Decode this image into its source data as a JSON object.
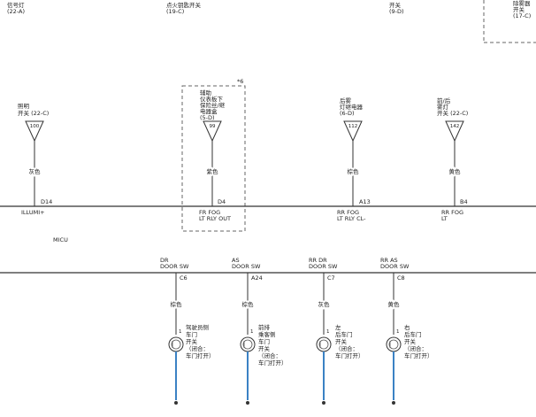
{
  "top_labels": [
    {
      "lines": [
        "信号灯",
        "(22-A)"
      ]
    },
    {
      "lines": [
        "点火钥匙开关",
        "(19-C)"
      ]
    },
    {
      "lines": [
        "开关",
        "(9-D)"
      ]
    },
    {
      "lines": [
        "除雾器",
        "开关",
        "(17-C)"
      ]
    }
  ],
  "dashed_box_note": "*6",
  "upper_connectors": [
    {
      "device_lines": [
        "照明",
        "开关 (22-C)"
      ],
      "pin": "100",
      "wire_color": "灰色",
      "terminal": "D14",
      "signal_lines": [
        "ILLUMI+"
      ]
    },
    {
      "device_lines": [
        "辅助",
        "仪表板下",
        "保险丝/继",
        "电器盒",
        "(5-D)"
      ],
      "pin": "99",
      "wire_color": "紫色",
      "terminal": "D4",
      "signal_lines": [
        "FR FOG",
        "LT RLY OUT"
      ]
    },
    {
      "device_lines": [
        "后雾",
        "灯继电器",
        "(6-D)"
      ],
      "pin": "112",
      "wire_color": "棕色",
      "terminal": "A13",
      "signal_lines": [
        "RR FOG",
        "LT RLY CL-"
      ]
    },
    {
      "device_lines": [
        "前/后",
        "雾灯",
        "开关 (22-C)"
      ],
      "pin": "142",
      "wire_color": "黄色",
      "terminal": "B4",
      "signal_lines": [
        "RR FOG",
        "LT"
      ]
    }
  ],
  "module_name": "MICU",
  "door_switches": [
    {
      "signal_lines": [
        "DR",
        "DOOR SW"
      ],
      "terminal": "C6",
      "wire_color": "棕色",
      "pin": "1",
      "label_lines": [
        "驾驶员侧",
        "车门",
        "开关",
        "（闭合：",
        "车门打开）"
      ]
    },
    {
      "signal_lines": [
        "AS",
        "DOOR SW"
      ],
      "terminal": "A24",
      "wire_color": "棕色",
      "pin": "1",
      "label_lines": [
        "前排",
        "乘客侧",
        "车门",
        "开关",
        "（闭合：",
        "车门打开）"
      ]
    },
    {
      "signal_lines": [
        "RR DR",
        "DOOR SW"
      ],
      "terminal": "C7",
      "wire_color": "灰色",
      "pin": "1",
      "label_lines": [
        "左",
        "后车门",
        "开关",
        "（闭合：",
        "车门打开）"
      ]
    },
    {
      "signal_lines": [
        "RR AS",
        "DOOR SW"
      ],
      "terminal": "C8",
      "wire_color": "黄色",
      "pin": "1",
      "label_lines": [
        "右",
        "后车门",
        "开关",
        "（闭合：",
        "车门打开）"
      ]
    }
  ],
  "colors": {
    "line": "#333333",
    "ground_wire": "#3b82c4",
    "dashed": "#666666"
  }
}
